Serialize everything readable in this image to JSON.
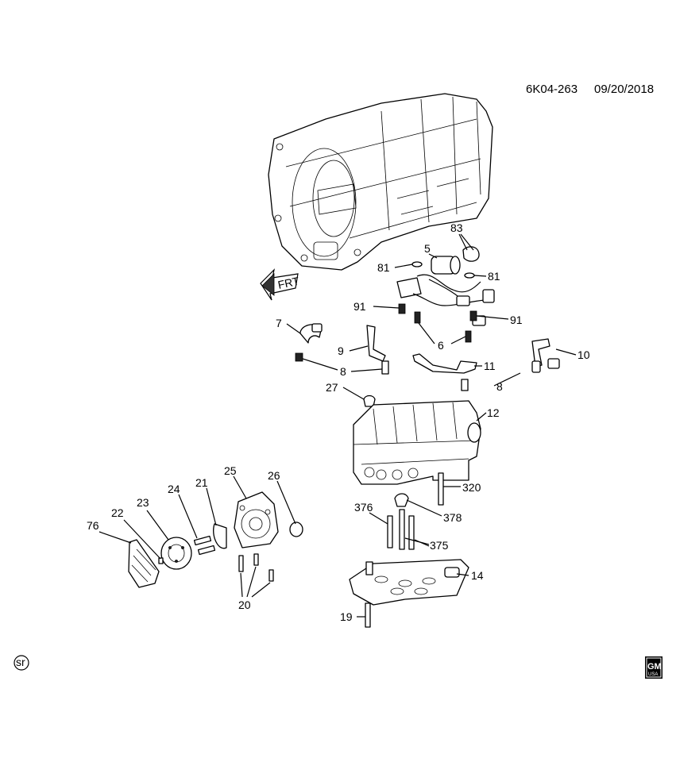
{
  "header": {
    "diagram_id": "6K04-263",
    "date": "09/20/2018"
  },
  "frt_arrow_label": "FRT",
  "footer": {
    "left_symbol": "sr",
    "logo_line1": "GM",
    "logo_line2": "USA"
  },
  "callouts": {
    "c83": "83",
    "c5": "5",
    "c81a": "81",
    "c81b": "81",
    "c91a": "91",
    "c91b": "91",
    "c6": "6",
    "c7": "7",
    "c9": "9",
    "c8a": "8",
    "c8b": "8",
    "c10": "10",
    "c11": "11",
    "c27": "27",
    "c12": "12",
    "c320": "320",
    "c376": "376",
    "c378": "378",
    "c375": "375",
    "c14": "14",
    "c19": "19",
    "c25": "25",
    "c26": "26",
    "c21": "21",
    "c24": "24",
    "c23": "23",
    "c22": "22",
    "c76": "76",
    "c20": "20"
  }
}
